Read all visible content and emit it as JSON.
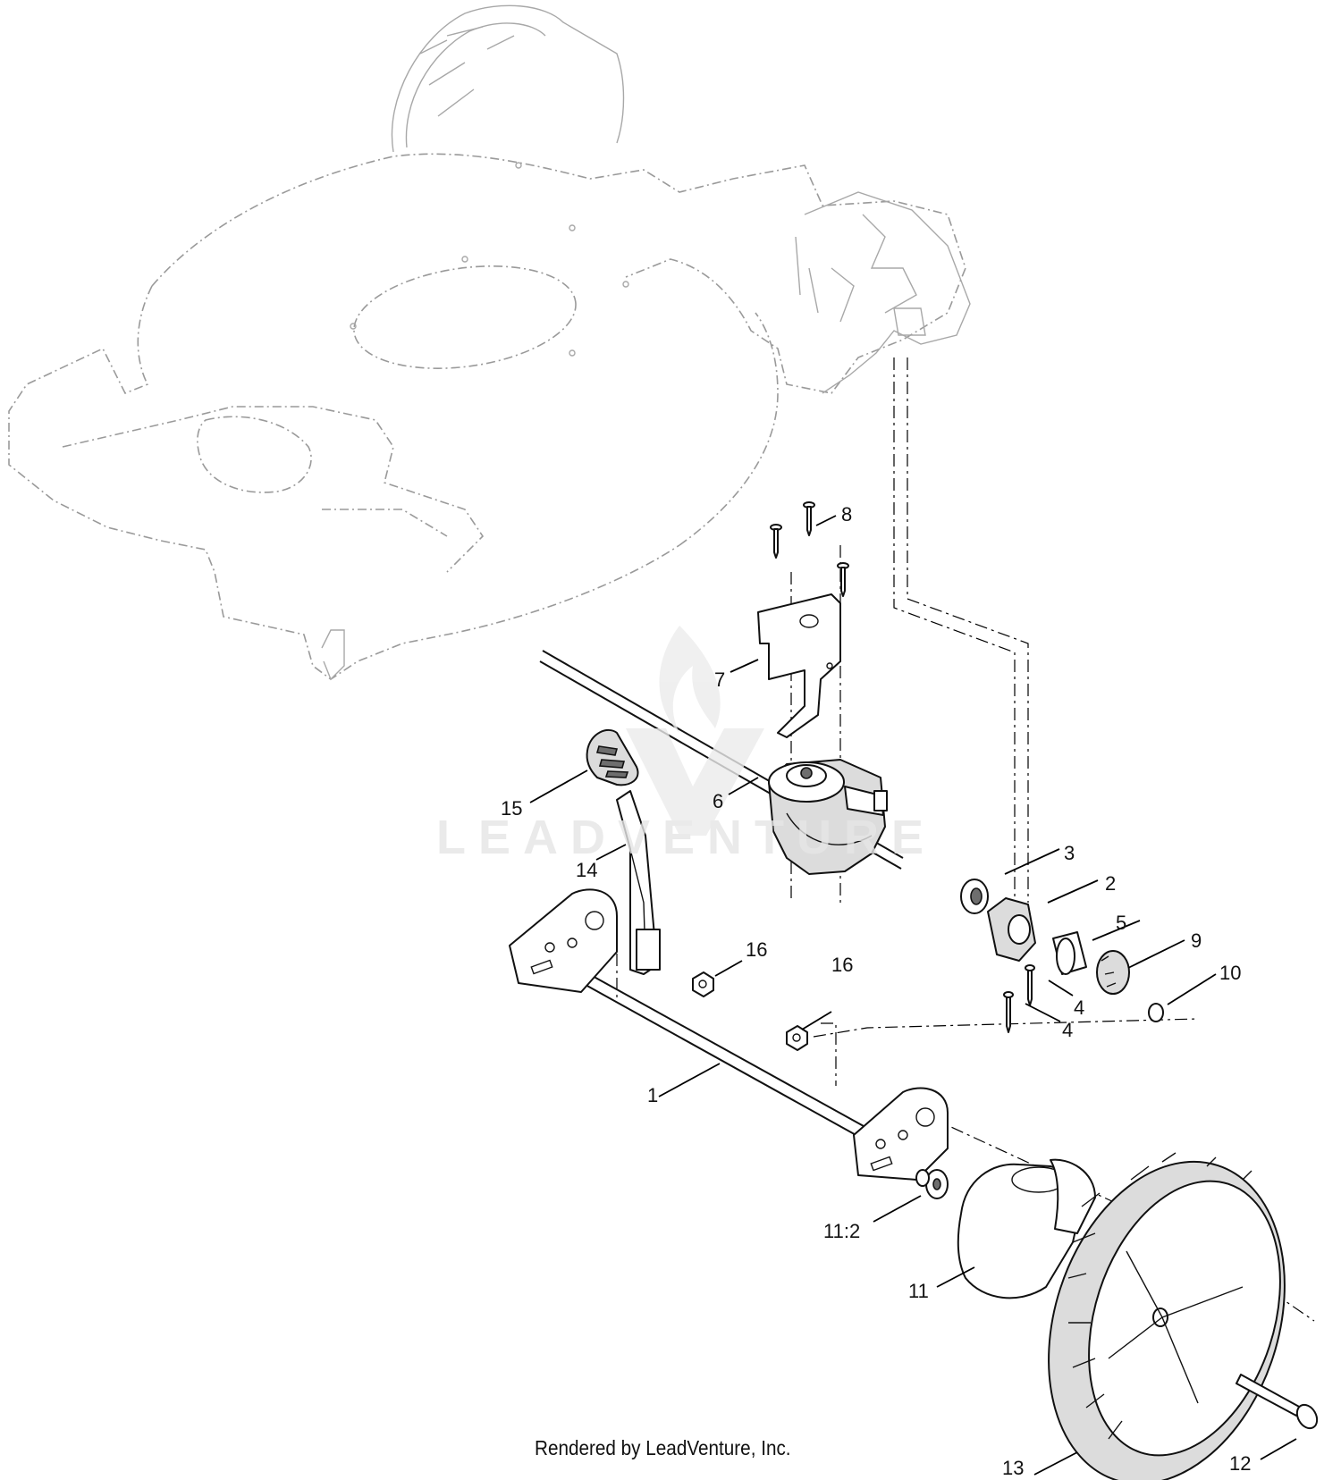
{
  "callouts": [
    {
      "id": "c1",
      "label": "1"
    },
    {
      "id": "c2",
      "label": "2"
    },
    {
      "id": "c3",
      "label": "3"
    },
    {
      "id": "c4a",
      "label": "4"
    },
    {
      "id": "c4b",
      "label": "4"
    },
    {
      "id": "c5",
      "label": "5"
    },
    {
      "id": "c6",
      "label": "6"
    },
    {
      "id": "c7",
      "label": "7"
    },
    {
      "id": "c8",
      "label": "8"
    },
    {
      "id": "c9",
      "label": "9"
    },
    {
      "id": "c10",
      "label": "10"
    },
    {
      "id": "c11",
      "label": "11"
    },
    {
      "id": "c11b",
      "label": "11:2"
    },
    {
      "id": "c12",
      "label": "12"
    },
    {
      "id": "c13",
      "label": "13"
    },
    {
      "id": "c14",
      "label": "14"
    },
    {
      "id": "c15",
      "label": "15"
    },
    {
      "id": "c16a",
      "label": "16"
    },
    {
      "id": "c16b",
      "label": "16"
    }
  ],
  "watermark": "LEADVENTURE",
  "footer": "Rendered by LeadVenture, Inc."
}
